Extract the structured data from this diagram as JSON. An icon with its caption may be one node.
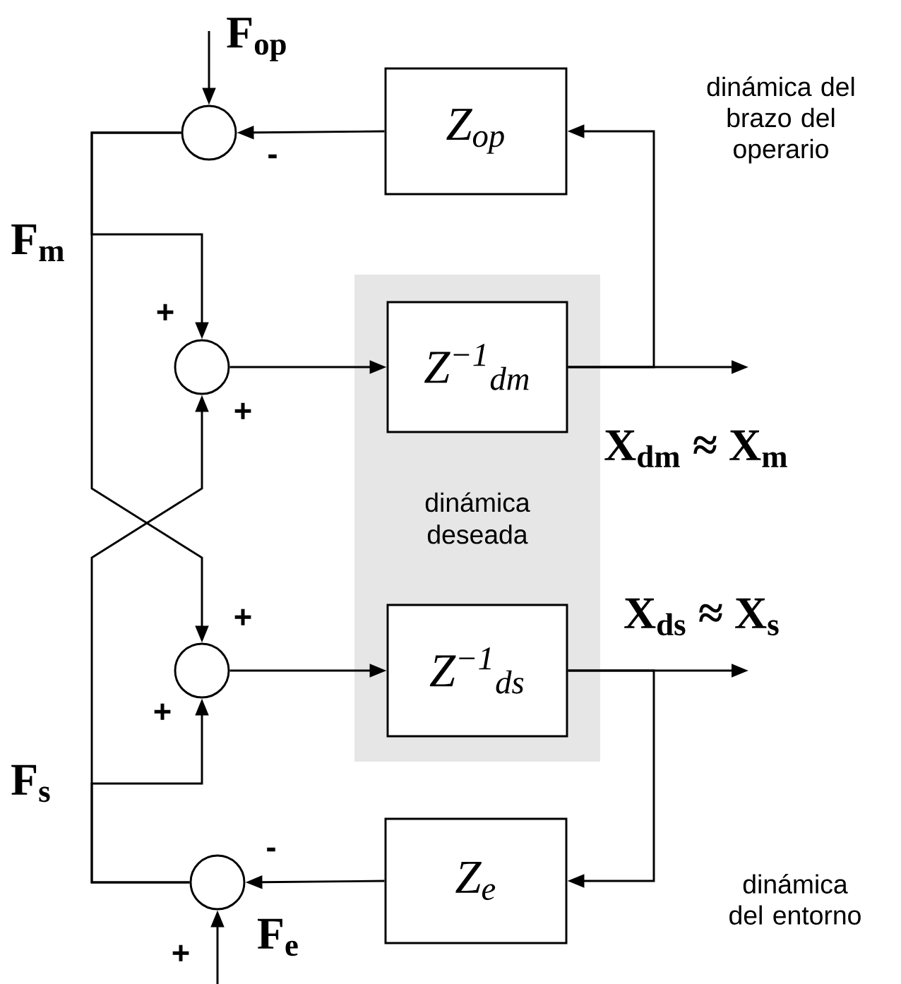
{
  "diagram": {
    "nodes": [
      {
        "text": [
          "dinámica deseada"
        ]
      },
      {
        "text": [
          "Z$_{op}$"
        ]
      },
      {
        "text": [],
        "shape": "circle"
      },
      {
        "text": [],
        "shape": "circle"
      },
      {
        "text": [
          "Z$^{−1}$$_{dm}$"
        ],
        "in": 0
      },
      {
        "text": [],
        "shape": "circle"
      },
      {
        "text": [
          "Z$^{−1}$$_{ds}$"
        ],
        "in": 0
      },
      {
        "text": [],
        "shape": "circle"
      },
      {
        "text": [
          "Z$_{e}$"
        ]
      }
    ],
    "edges": [
      {
        "from": null,
        "to": 2,
        "arrow": "to"
      },
      {
        "from": 1,
        "to": 2,
        "arrow": "to"
      },
      {
        "from": 4,
        "to": 1,
        "arrow": "to"
      },
      {
        "from": 4,
        "to": null,
        "arrow": "to"
      },
      {
        "from": 3,
        "to": 4,
        "arrow": "to"
      },
      {
        "from": 2,
        "to": 3,
        "arrow": "to"
      },
      {
        "from": 2,
        "to": 5,
        "arrow": "to"
      },
      {
        "from": 7,
        "to": 5,
        "arrow": "to"
      },
      {
        "from": 7,
        "to": 3,
        "arrow": "to"
      },
      {
        "from": 5,
        "to": 6,
        "arrow": "to"
      },
      {
        "from": 6,
        "to": null,
        "arrow": "to"
      },
      {
        "from": 6,
        "to": 8,
        "arrow": "to"
      },
      {
        "from": 8,
        "to": 7,
        "arrow": "to"
      },
      {
        "from": null,
        "to": 7,
        "arrow": "to"
      }
    ],
    "labels": [
      "F$_{op}$",
      "dinámica del brazo del operario",
      "-",
      "F$_{m}$",
      "+",
      "+",
      "X$_{dm}$ ≈ X$_{m}$",
      "+",
      "X$_{ds}$ ≈ X$_{s}$",
      "+",
      "F$_{s}$",
      "-",
      "dinámica del entorno",
      "+",
      "F$_{e}$"
    ]
  }
}
